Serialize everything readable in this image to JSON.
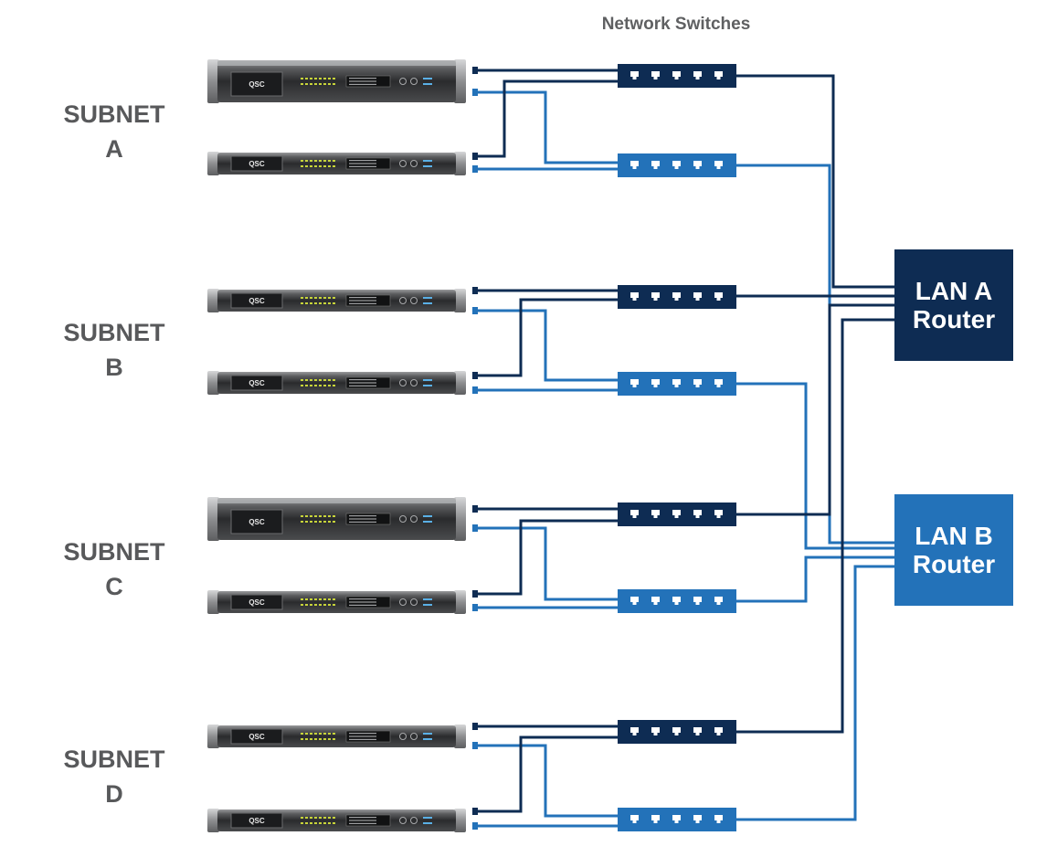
{
  "title": "Network Switches",
  "subnets": [
    {
      "line1": "SUBNET",
      "line2": "A"
    },
    {
      "line1": "SUBNET",
      "line2": "B"
    },
    {
      "line1": "SUBNET",
      "line2": "C"
    },
    {
      "line1": "SUBNET",
      "line2": "D"
    }
  ],
  "routers": {
    "a": {
      "line1": "LAN A",
      "line2": "Router"
    },
    "b": {
      "line1": "LAN B",
      "line2": "Router"
    }
  },
  "amplifier_brand": "QSC",
  "colors": {
    "lan_a": "#0e2c53",
    "lan_b": "#2372b9",
    "label": "#58595b"
  },
  "icons": [
    "amplifier-icon",
    "network-switch-icon",
    "ethernet-port-icon",
    "router-box"
  ]
}
